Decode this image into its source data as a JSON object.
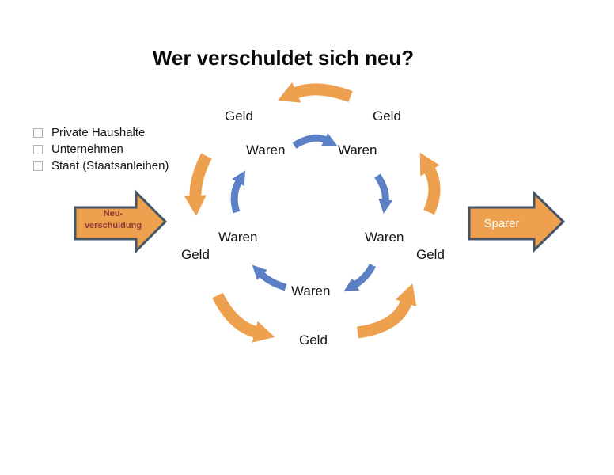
{
  "slide": {
    "title": "Wer verschuldet sich neu?"
  },
  "debtors": {
    "bullet_icon": "empty-checkbox",
    "items": [
      "Private Haushalte",
      "Unternehmen",
      "Staat (Staatsanleihen)"
    ]
  },
  "block_arrows": {
    "neuverschuldung": {
      "line1": "Neu-",
      "line2": "verschuldung",
      "direction": "right"
    },
    "sparer": {
      "label": "Sparer",
      "direction": "right"
    }
  },
  "cycle": {
    "outer_money": {
      "direction": "counterclockwise",
      "color": "#EDA04E",
      "labels": {
        "top_left": "Geld",
        "top_right": "Geld",
        "left": "Geld",
        "right": "Geld",
        "bottom": "Geld"
      }
    },
    "inner_goods": {
      "direction": "clockwise",
      "color": "#5B80C5",
      "labels": {
        "top_left": "Waren",
        "top_right": "Waren",
        "left": "Waren",
        "right": "Waren",
        "bottom": "Waren"
      }
    }
  },
  "colors": {
    "background": "#FFFFFF",
    "accent_orange": "#EDA04E",
    "accent_blue": "#5B80C5",
    "block_arrow_border": "#44546A",
    "neuverschuldung_text": "#8C3A38",
    "sparer_text": "#FFFFFF",
    "text": "#141414",
    "checkbox_border": "#B5B5B5"
  }
}
